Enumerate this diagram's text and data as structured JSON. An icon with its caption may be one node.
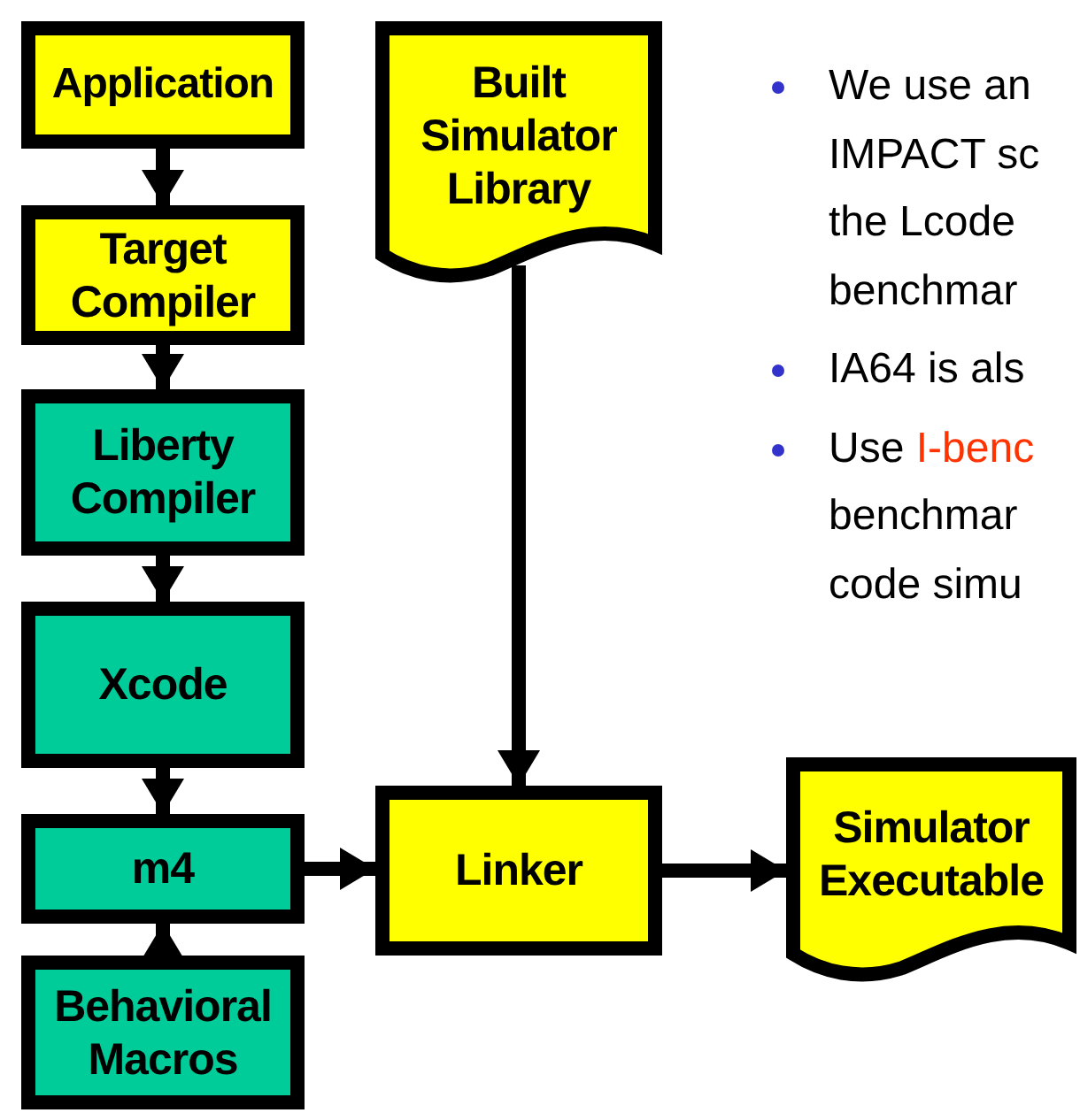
{
  "diagram": {
    "nodes": [
      {
        "text": [
          "Application"
        ]
      },
      {
        "text": [
          "Target Compiler"
        ]
      },
      {
        "text": [
          "Liberty Compiler"
        ]
      },
      {
        "text": [
          "Xcode"
        ]
      },
      {
        "text": [
          "m4"
        ]
      },
      {
        "text": [
          "Behavioral Macros"
        ]
      },
      {
        "text": [
          "Built Simulator Library"
        ]
      },
      {
        "text": [
          "Linker"
        ]
      },
      {
        "text": [
          "Simulator Executable"
        ]
      }
    ],
    "edges": [
      {
        "from": 0,
        "to": 1,
        "arrow": "to"
      },
      {
        "from": 1,
        "to": 2,
        "arrow": "to"
      },
      {
        "from": 2,
        "to": 3,
        "arrow": "to"
      },
      {
        "from": 3,
        "to": 4,
        "arrow": "to"
      },
      {
        "from": 5,
        "to": 4,
        "arrow": "to"
      },
      {
        "from": 4,
        "to": 7,
        "arrow": "to"
      },
      {
        "from": 6,
        "to": 7,
        "arrow": "to"
      },
      {
        "from": 7,
        "to": 8,
        "arrow": "to"
      }
    ],
    "labels": [
      "We use an IMPACT sc the Lcode benchmar",
      "IA64 is als",
      "Use I-benc benchmar code simu"
    ]
  }
}
